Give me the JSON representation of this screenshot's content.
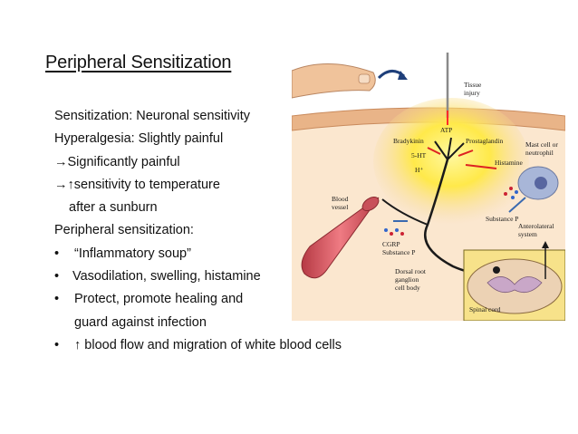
{
  "slide": {
    "title": "Peripheral Sensitization",
    "lines": [
      {
        "bullet": "",
        "text": "Sensitization: Neuronal sensitivity"
      },
      {
        "bullet": "",
        "text": "Hyperalgesia: Slightly painful"
      },
      {
        "bullet": "→",
        "text": "Significantly painful"
      },
      {
        "bullet": "→↑",
        "text": "sensitivity to temperature"
      },
      {
        "bullet": "",
        "text": "after a sunburn"
      },
      {
        "bullet": "",
        "text": "Peripheral sensitization:"
      },
      {
        "bullet": "•",
        "text": "“Inflammatory soup”"
      },
      {
        "bullet": "•",
        "text": "Vasodilation, swelling, histamine"
      },
      {
        "bullet": "•",
        "text": "Protect, promote healing and"
      },
      {
        "bullet": "",
        "text": "guard against infection"
      },
      {
        "bullet": "•",
        "text": "↑ blood flow and migration of white blood cells"
      }
    ]
  },
  "figure": {
    "labels": {
      "tissue_injury_1": "Tissue",
      "tissue_injury_2": "injury",
      "atp": "ATP",
      "bradykinin": "Bradykinin",
      "prostaglandin": "Prostaglandin",
      "ht": "5-HT",
      "h": "H⁺",
      "histamine": "Histamine",
      "mast_cell_1": "Mast cell or",
      "mast_cell_2": "neutrophil",
      "substance_p": "Substance P",
      "blood_vessel_1": "Blood",
      "blood_vessel_2": "vessel",
      "cgrp_1": "CGRP",
      "cgrp_2": "Substance P",
      "anterolateral_1": "Anterolateral",
      "anterolateral_2": "system",
      "drg_1": "Dorsal root",
      "drg_2": "ganglion",
      "drg_3": "cell body",
      "spinal_cord": "Spinal cord"
    },
    "colors": {
      "skin": "#f2c9a3",
      "glow": "#fff04a",
      "vessel": "#e0606a",
      "nerve": "#1a1a1a",
      "spinal": "#e8c7a8"
    }
  }
}
